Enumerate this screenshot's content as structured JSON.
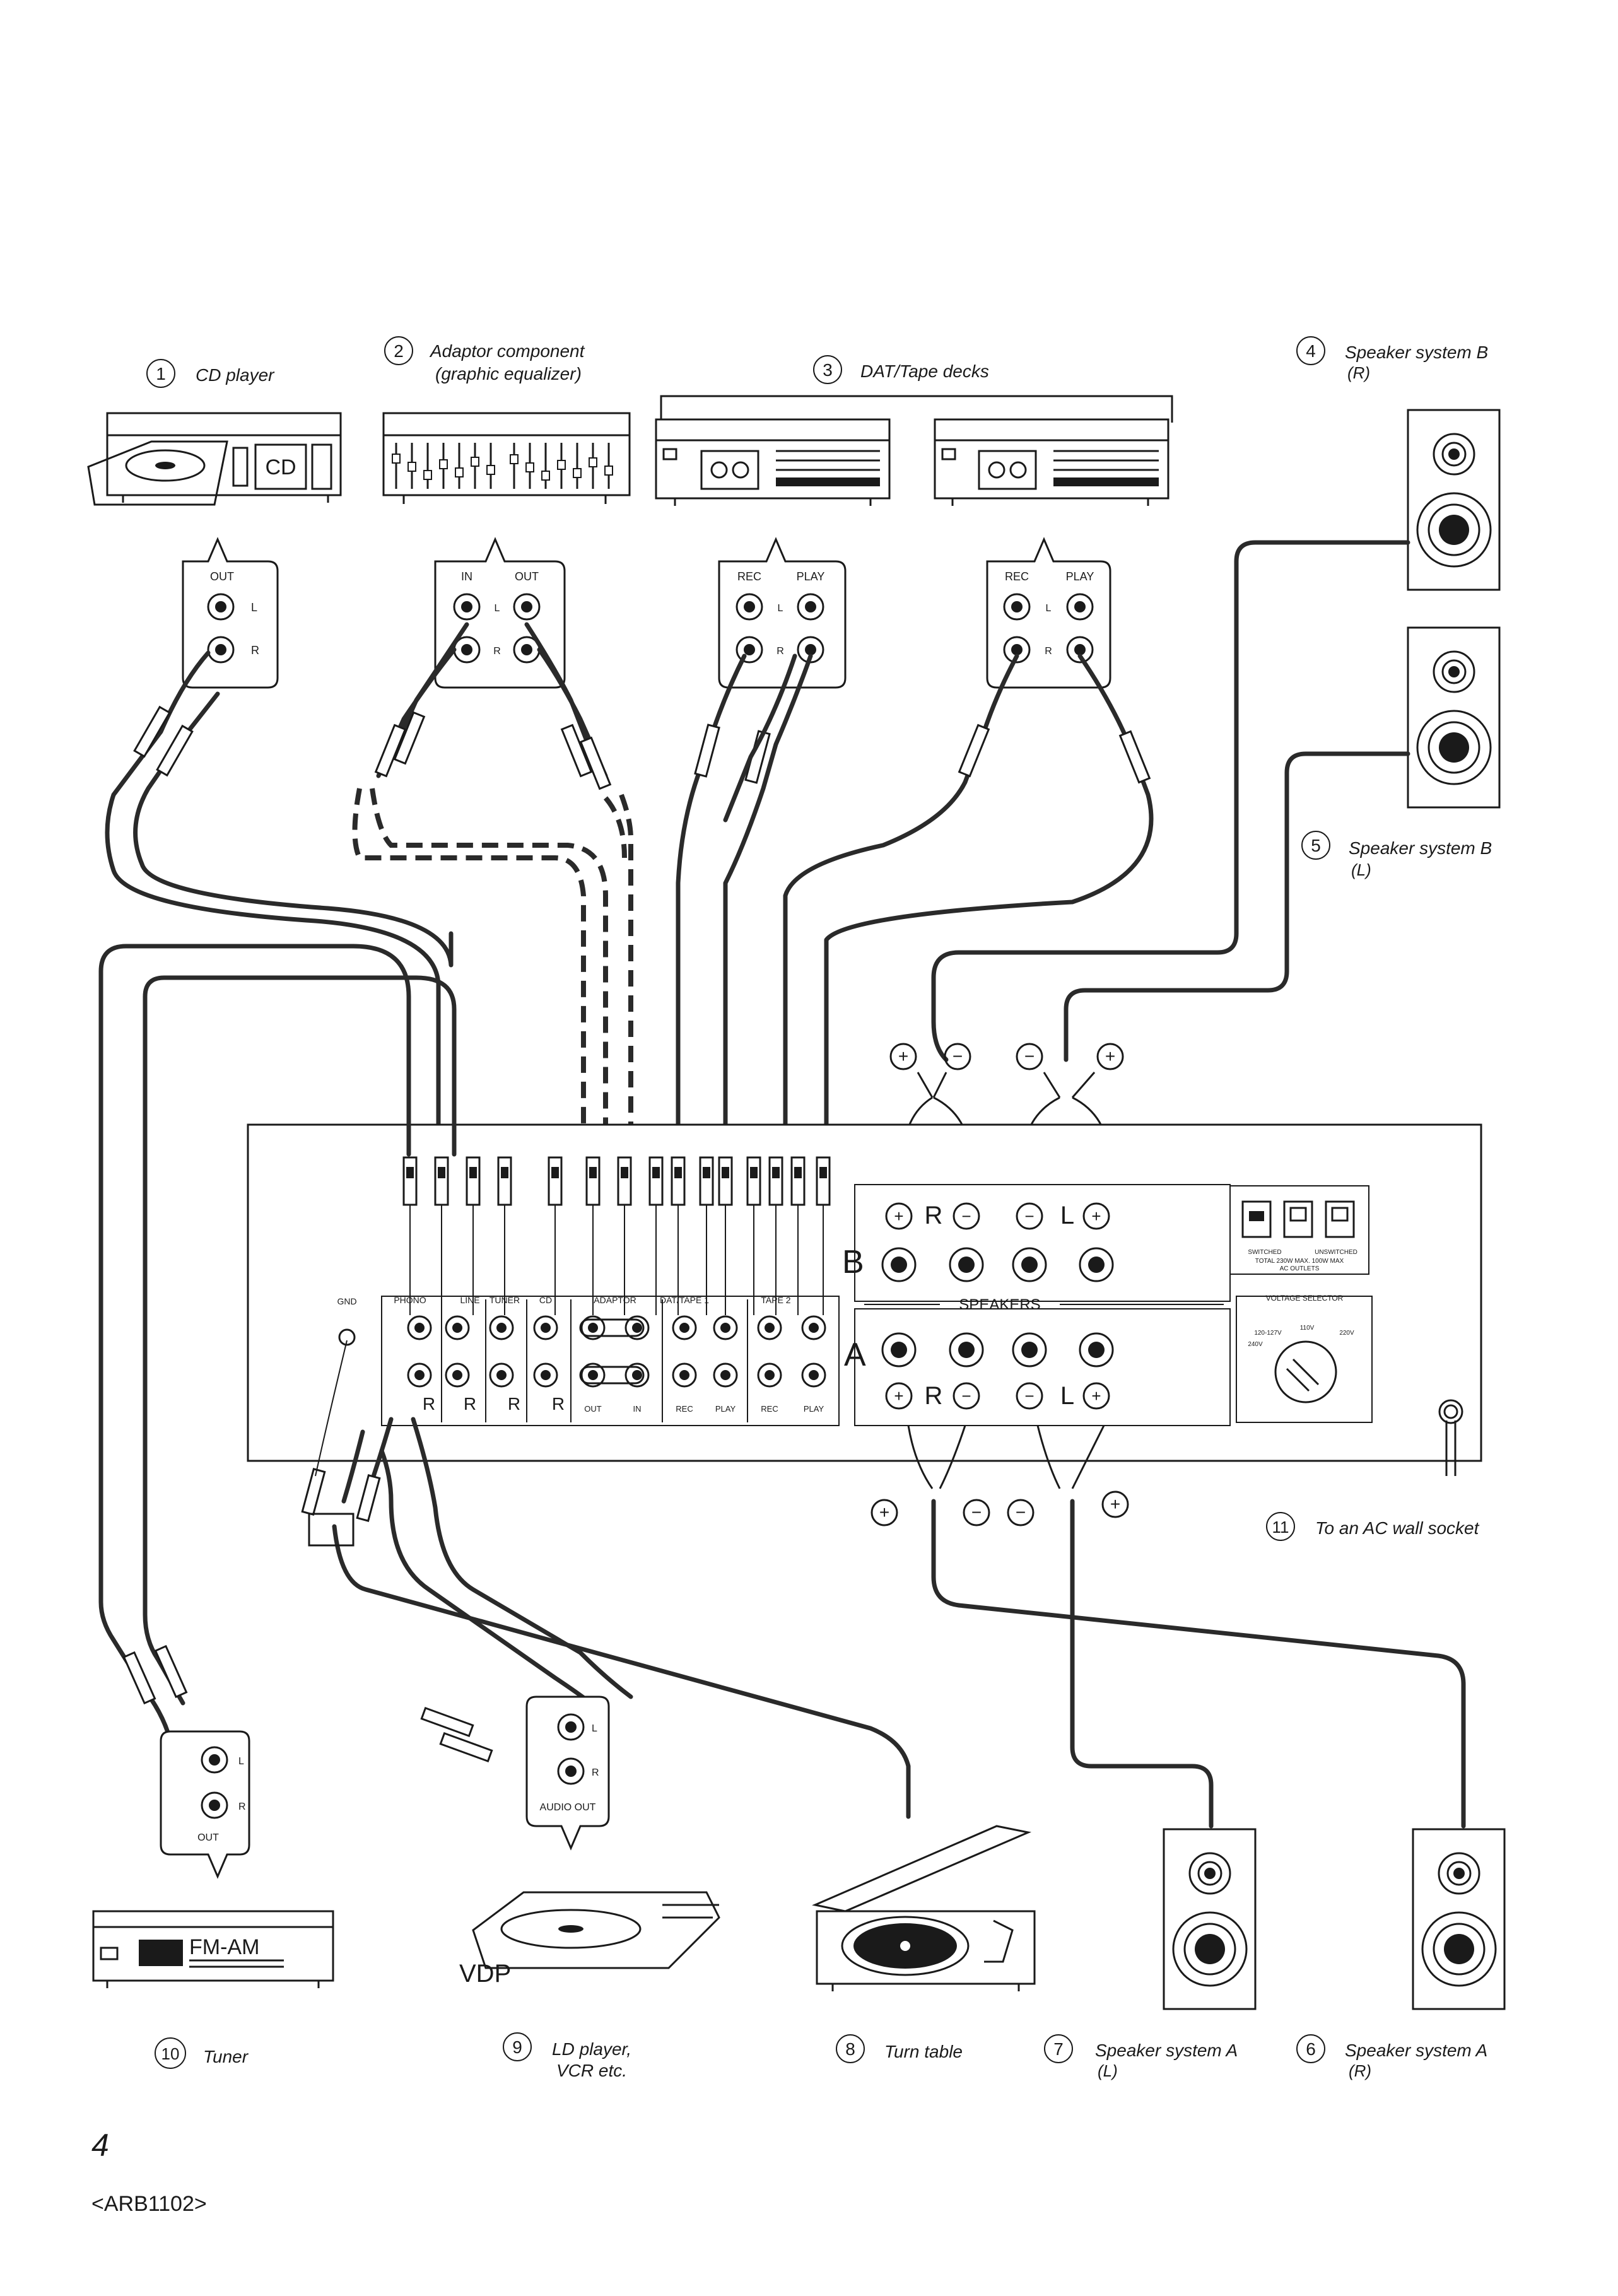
{
  "components": {
    "c1": {
      "num": "1",
      "label": "CD player",
      "device_text": "CD"
    },
    "c2": {
      "num": "2",
      "label1": "Adaptor component",
      "label2": "(graphic equalizer)"
    },
    "c3": {
      "num": "3",
      "label": "DAT/Tape decks"
    },
    "c4": {
      "num": "4",
      "label1": "Speaker system B",
      "label2": "(R)"
    },
    "c5": {
      "num": "5",
      "label1": "Speaker system B",
      "label2": "(L)"
    },
    "c6": {
      "num": "6",
      "label1": "Speaker system A",
      "label2": "(R)"
    },
    "c7": {
      "num": "7",
      "label1": "Speaker system A",
      "label2": "(L)"
    },
    "c8": {
      "num": "8",
      "label": "Turn table"
    },
    "c9": {
      "num": "9",
      "label1": "LD player,",
      "label2": "VCR etc.",
      "device_text": "VDP"
    },
    "c10": {
      "num": "10",
      "label": "Tuner",
      "device_text": "FM-AM"
    },
    "c11": {
      "num": "11",
      "label": "To an AC wall socket"
    }
  },
  "jack_labels": {
    "out": "OUT",
    "in": "IN",
    "rec": "REC",
    "play": "PLAY",
    "l": "L",
    "r": "R",
    "audio_out": "AUDIO OUT"
  },
  "panel": {
    "gnd": "GND",
    "inputs": [
      "PHONO",
      "LINE",
      "TUNER",
      "CD",
      "ADAPTOR",
      "DAT/TAPE 1",
      "TAPE 2"
    ],
    "bottom_labels": [
      "OUT",
      "IN",
      "REC",
      "PLAY",
      "REC",
      "PLAY"
    ],
    "speakers": "SPEAKERS",
    "group_b": "B",
    "group_a": "A",
    "outlet_switched": "SWITCHED",
    "outlet_unswitched": "UNSWITCHED",
    "outlet_note": "TOTAL 230W MAX. 100W MAX",
    "outlet_title": "AC OUTLETS",
    "voltage_title": "VOLTAGE SELECTOR",
    "voltages": [
      "120-127V",
      "110V",
      "220V",
      "240V"
    ]
  },
  "polarity": {
    "plus": "+",
    "minus": "−"
  },
  "page_number": "4",
  "doc_code": "<ARB1102>"
}
